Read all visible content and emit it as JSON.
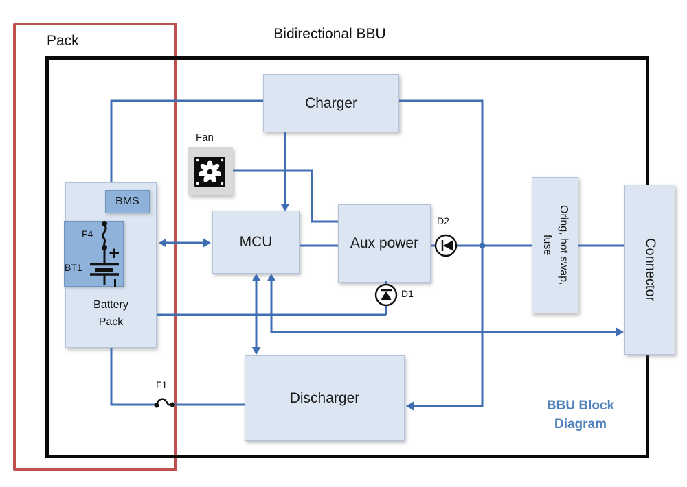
{
  "title": "Bidirectional BBU",
  "pack": {
    "label": "Pack"
  },
  "caption": {
    "line1": "BBU Block",
    "line2": "Diagram"
  },
  "blocks": {
    "charger": {
      "label": "Charger"
    },
    "fan": {
      "label": "Fan"
    },
    "mcu": {
      "label": "MCU"
    },
    "aux_power": {
      "label": "Aux power"
    },
    "battery_pack": {
      "label_line1": "Battery",
      "label_line2": "Pack",
      "bms_label": "BMS"
    },
    "discharger": {
      "label": "Discharger"
    },
    "oring": {
      "label_line1": "Oring, hot swap,",
      "label_line2": "fuse"
    },
    "connector": {
      "label": "Connector"
    }
  },
  "components": {
    "d1": {
      "label": "D1",
      "type": "diode"
    },
    "d2": {
      "label": "D2",
      "type": "diode"
    },
    "f1": {
      "label": "F1",
      "type": "fuse"
    },
    "f4": {
      "label": "F4",
      "type": "fuse"
    },
    "bt1": {
      "label": "BT1",
      "type": "battery",
      "positive_terminal": "+",
      "negative_terminal": "-"
    }
  },
  "colors": {
    "block_fill": "#dce6f2",
    "block_border": "#b4c2d9",
    "inner_block_fill": "#8fb2da",
    "line_blue": "#3f6fb2",
    "frame_black": "#0a0a0a",
    "pack_red": "#c0504d",
    "fan_housing_gray": "#d9d9d9",
    "caption_blue": "#4f81bd",
    "symbol_black": "#111111"
  }
}
